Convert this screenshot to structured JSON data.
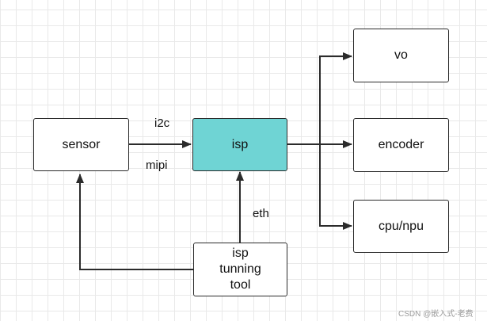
{
  "nodes": {
    "sensor": "sensor",
    "isp": "isp",
    "tool": "isp\ntunning\ntool",
    "vo": "vo",
    "encoder": "encoder",
    "cpu_npu": "cpu/npu"
  },
  "edge_labels": {
    "i2c": "i2c",
    "mipi": "mipi",
    "eth": "eth"
  },
  "colors": {
    "accent_fill": "#6fd4d4",
    "stroke": "#2b2b2b"
  },
  "watermark": "CSDN @嵌入式-老费"
}
